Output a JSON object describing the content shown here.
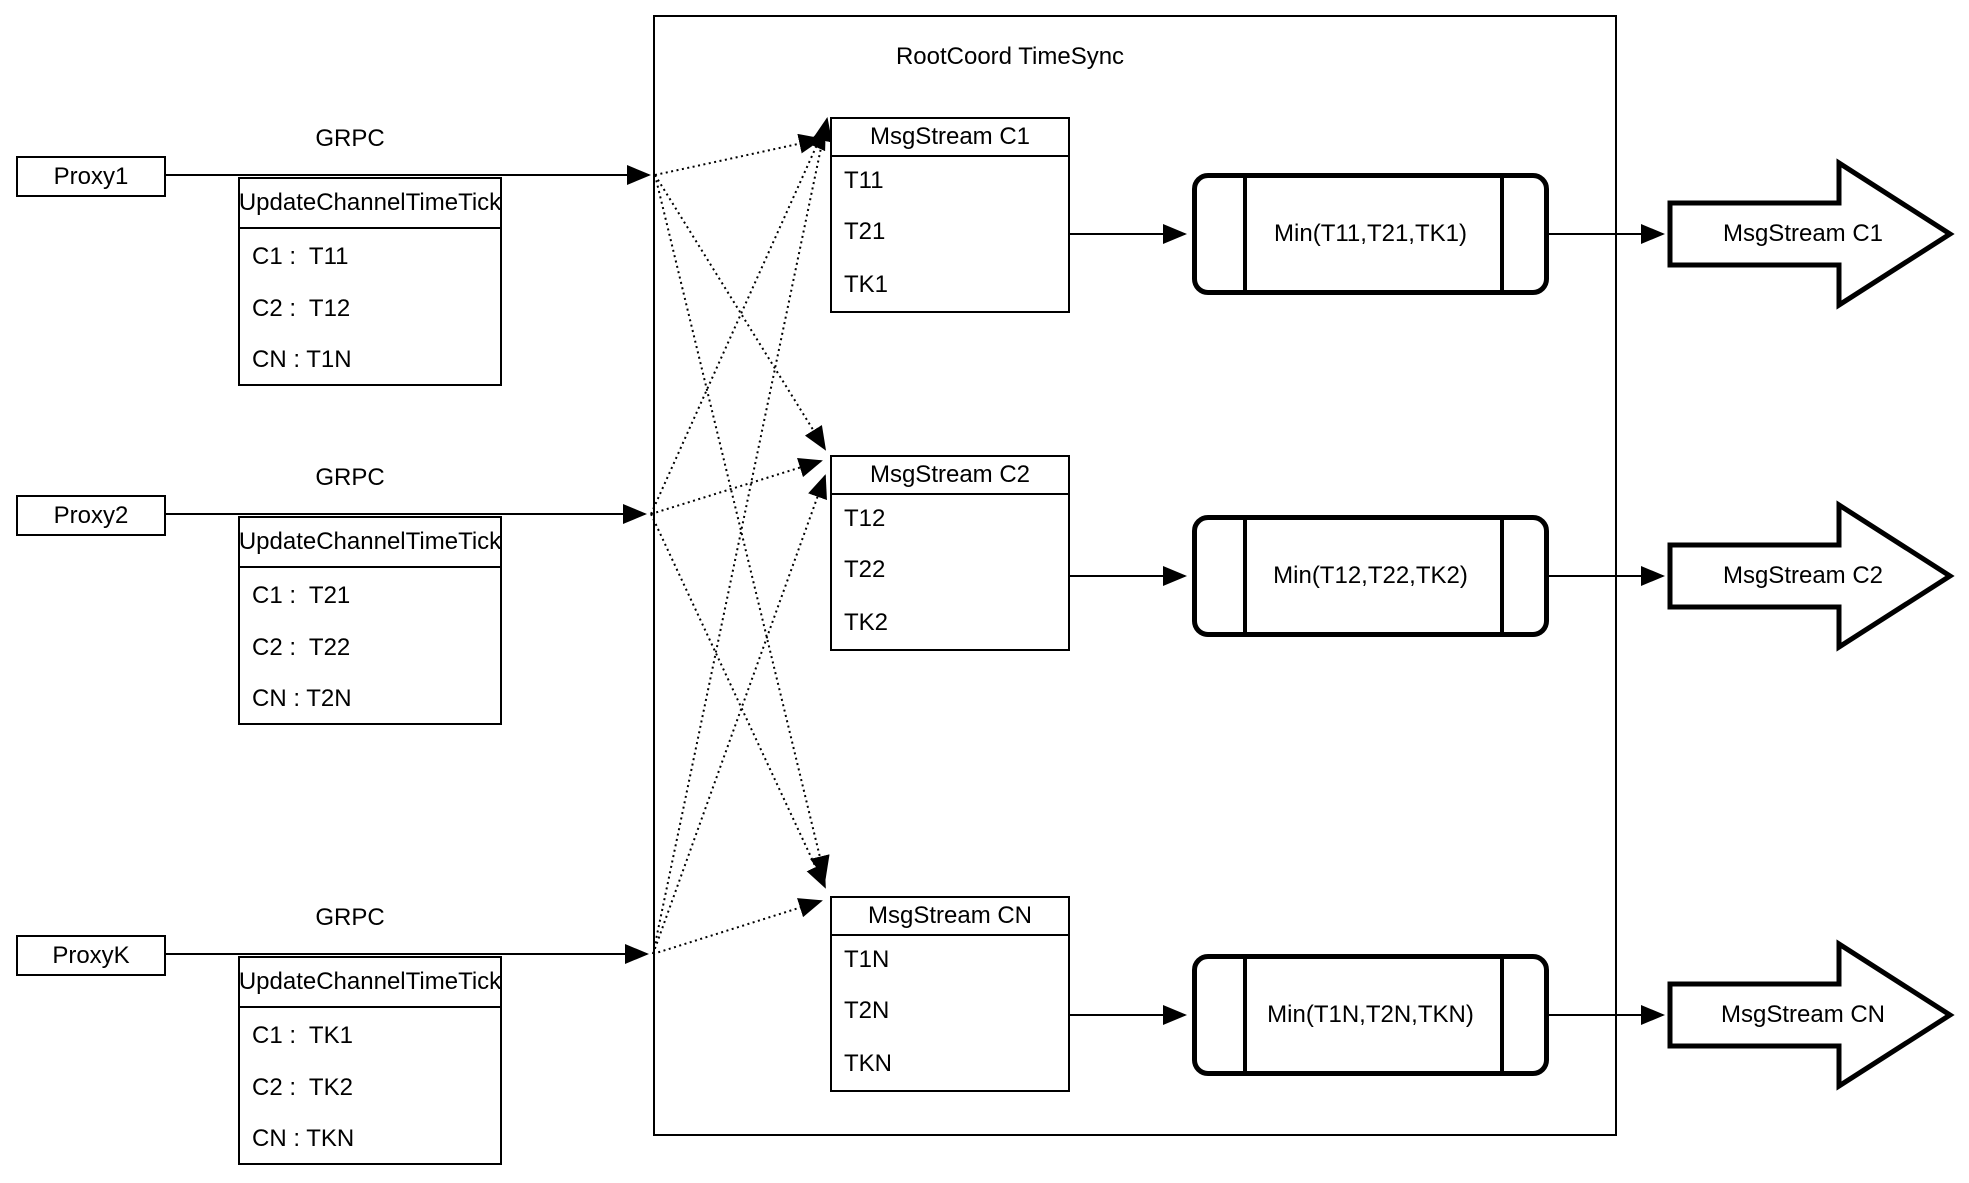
{
  "diagram": {
    "container_title": "RootCoord TimeSync",
    "colors": {
      "line": "#000000",
      "background": "#ffffff"
    }
  },
  "proxies": [
    {
      "name": "Proxy1",
      "protocol_label": "GRPC",
      "message": {
        "title": "UpdateChannelTimeTick",
        "entries": [
          "C1 :  T11",
          "C2 :  T12",
          "CN : T1N"
        ]
      }
    },
    {
      "name": "Proxy2",
      "protocol_label": "GRPC",
      "message": {
        "title": "UpdateChannelTimeTick",
        "entries": [
          "C1 :  T21",
          "C2 :  T22",
          "CN : T2N"
        ]
      }
    },
    {
      "name": "ProxyK",
      "protocol_label": "GRPC",
      "message": {
        "title": "UpdateChannelTimeTick",
        "entries": [
          "C1 :  TK1",
          "C2 :  TK2",
          "CN : TKN"
        ]
      }
    }
  ],
  "streams": [
    {
      "table": {
        "title": "MsgStream C1",
        "rows": [
          "T11",
          "T21",
          "TK1"
        ]
      },
      "min_label": "Min(T11,T21,TK1)",
      "output_label": "MsgStream C1"
    },
    {
      "table": {
        "title": "MsgStream C2",
        "rows": [
          "T12",
          "T22",
          "TK2"
        ]
      },
      "min_label": "Min(T12,T22,TK2)",
      "output_label": "MsgStream C2"
    },
    {
      "table": {
        "title": "MsgStream CN",
        "rows": [
          "T1N",
          "T2N",
          "TKN"
        ]
      },
      "min_label": "Min(T1N,T2N,TKN)",
      "output_label": "MsgStream CN"
    }
  ]
}
